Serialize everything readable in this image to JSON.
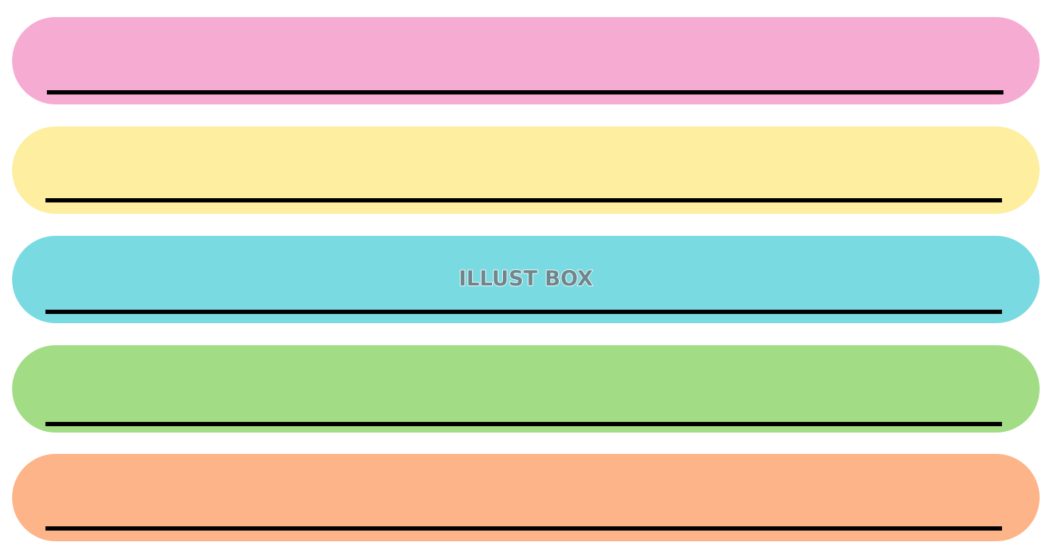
{
  "watermark": {
    "text": "ILLUST BOX"
  },
  "bands": [
    {
      "name": "pink",
      "color": "#f6acd2"
    },
    {
      "name": "yellow",
      "color": "#fdeea0"
    },
    {
      "name": "cyan",
      "color": "#7adae2"
    },
    {
      "name": "green",
      "color": "#a2dd86"
    },
    {
      "name": "orange",
      "color": "#fdb489"
    }
  ],
  "rule_color": "#000000"
}
